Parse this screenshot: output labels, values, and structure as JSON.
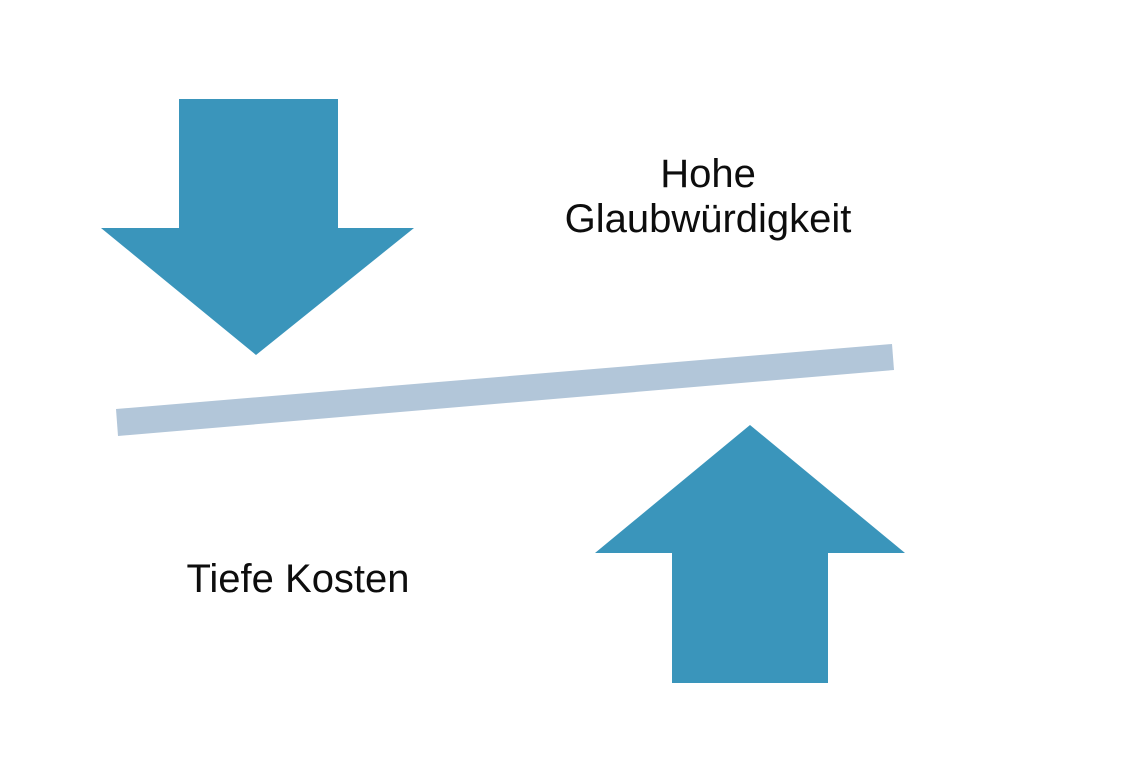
{
  "slide": {
    "background": "#FFFFFF",
    "shapes": {
      "down_arrow": {
        "icon": "down-arrow-icon",
        "fill": "#3A95BB"
      },
      "up_arrow": {
        "icon": "up-arrow-icon",
        "fill": "#3A95BB"
      },
      "beam": {
        "icon": "balance-beam-bar",
        "fill": "#B2C6D9"
      }
    },
    "labels": {
      "high_credibility": {
        "text": "Hohe\nGlaubwürdigkeit",
        "color": "#0D0D0D"
      },
      "low_costs": {
        "text": "Tiefe Kosten",
        "color": "#0D0D0D"
      }
    }
  }
}
